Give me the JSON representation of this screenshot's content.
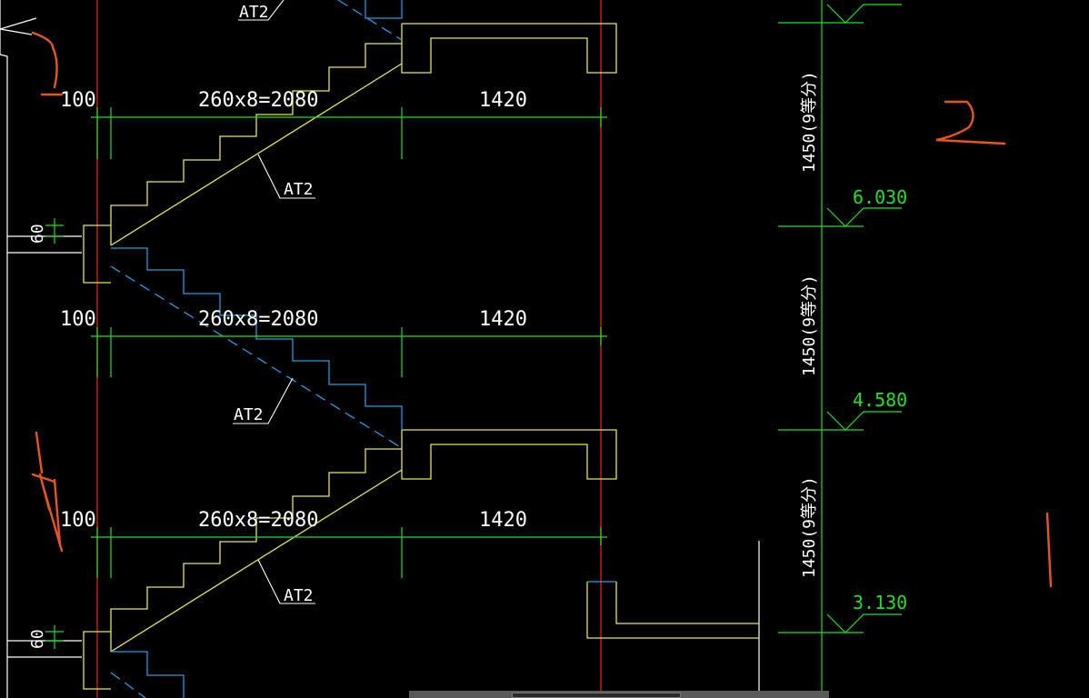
{
  "drawing": {
    "flight_labels": [
      "AT2",
      "AT2",
      "AT2",
      "AT2"
    ],
    "dimension_rows": [
      {
        "left": "100",
        "steps": "260x8=2080",
        "landing": "1420"
      },
      {
        "left": "100",
        "steps": "260x8=2080",
        "landing": "1420"
      },
      {
        "left": "100",
        "steps": "260x8=2080",
        "landing": "1420"
      }
    ],
    "slab_thickness": [
      "60",
      "60"
    ],
    "vertical_dims": [
      "1450(9等分)",
      "1450(9等分)",
      "1450(9等分)"
    ],
    "elevations": [
      "6.030",
      "4.580",
      "3.130"
    ]
  },
  "colors": {
    "background": "#000000",
    "dimension": "#22e022",
    "stair": "#e8e84a",
    "hidden_stair": "#2a9be0",
    "axis": "#c41a1a",
    "markup": "#e8561a",
    "text": "#ffffff"
  }
}
